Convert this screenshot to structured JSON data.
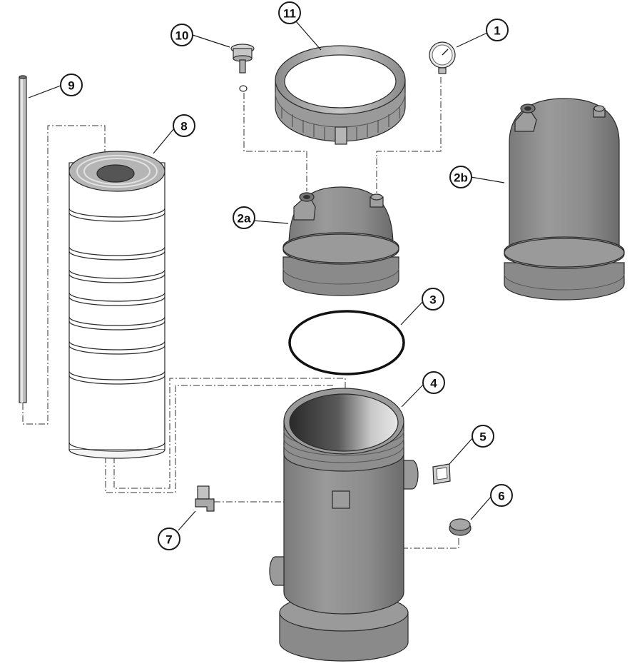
{
  "colors": {
    "body": "#8a8a8a",
    "body_light": "#a3a3a3",
    "body_dark": "#6e6e6e",
    "cartridge": "#ffffff",
    "outline": "#2a2a2a"
  },
  "callouts": [
    {
      "label": "1",
      "part": "pressure-gauge"
    },
    {
      "label": "2a",
      "part": "short-tank-lid"
    },
    {
      "label": "2b",
      "part": "tall-tank-lid"
    },
    {
      "label": "3",
      "part": "tank-o-ring"
    },
    {
      "label": "4",
      "part": "tank-body"
    },
    {
      "label": "5",
      "part": "clip"
    },
    {
      "label": "6",
      "part": "drain-cap"
    },
    {
      "label": "7",
      "part": "latch"
    },
    {
      "label": "8",
      "part": "filter-cartridge"
    },
    {
      "label": "9",
      "part": "air-relief-tube"
    },
    {
      "label": "10",
      "part": "air-relief-valve"
    },
    {
      "label": "11",
      "part": "locking-ring"
    }
  ]
}
